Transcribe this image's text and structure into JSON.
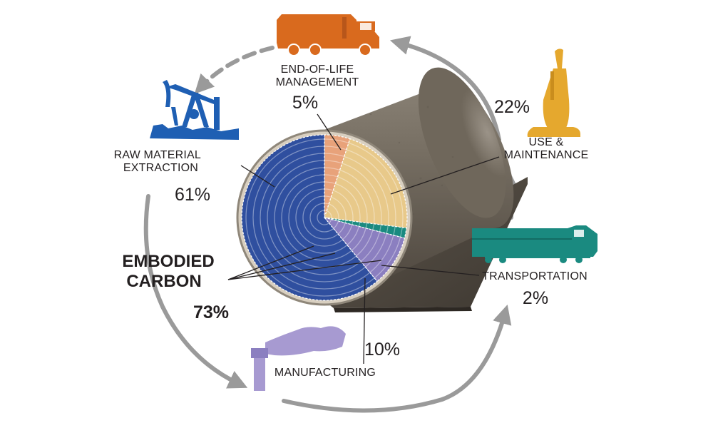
{
  "stages": {
    "raw_material": {
      "line1": "RAW MATERIAL",
      "line2": "EXTRACTION",
      "percent": "61%",
      "value": 61,
      "color": "#2f4f9f"
    },
    "manufacturing": {
      "label": "MANUFACTURING",
      "percent": "10%",
      "value": 10,
      "color": "#8b7fc0"
    },
    "transportation": {
      "label": "TRANSPORTATION",
      "percent": "2%",
      "value": 2,
      "color": "#1a8a80"
    },
    "use_maintenance": {
      "line1": "USE &",
      "line2": "MAINTENANCE",
      "percent": "22%",
      "value": 22,
      "color": "#e8c98a"
    },
    "end_of_life": {
      "line1": "END-OF-LIFE",
      "line2": "MANAGEMENT",
      "percent": "5%",
      "value": 5,
      "color": "#e8a27a"
    }
  },
  "embodied": {
    "line1": "EMBODIED",
    "line2": "CARBON",
    "percent": "73%"
  },
  "icons": {
    "raw_material": "oil-pump-jack-icon",
    "manufacturing": "factory-smokestack-icon",
    "transportation": "locomotive-icon",
    "use_maintenance": "vacuum-cleaner-icon",
    "end_of_life": "garbage-truck-icon"
  },
  "colors": {
    "arrow": "#9a9a9a",
    "pipe": "#6e665b",
    "pump_jack": "#1f5fb3",
    "factory": "#a79ad1",
    "locomotive": "#1a8a80",
    "vacuum": "#e5a82e",
    "truck": "#d96a1e"
  }
}
